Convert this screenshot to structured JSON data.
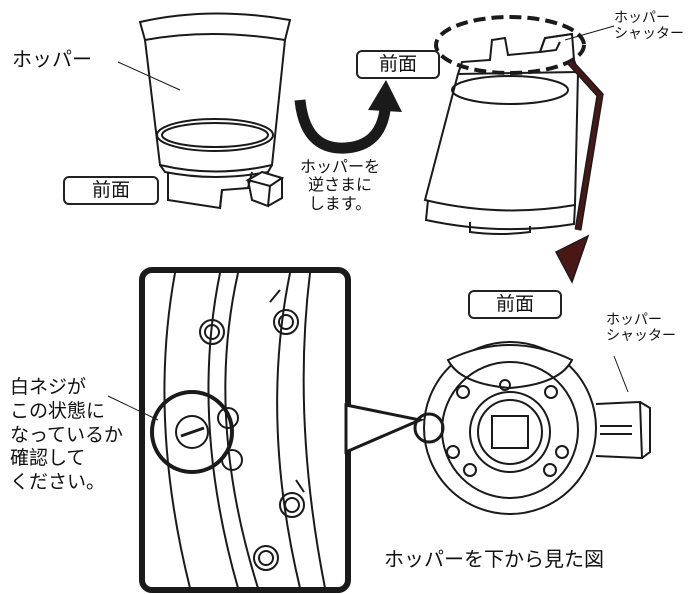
{
  "labels": {
    "hopper": "ホッパー",
    "front_1": "前面",
    "front_2": "前面",
    "front_3": "前面",
    "shutter_1": "ホッパー\nシャッター",
    "shutter_2": "ホッパー\nシャッター",
    "invert_instruction": "ホッパーを\n逆さまに\nします。",
    "check_instruction": "白ネジが\nこの状態に\nなっているか\n確認して\nください。",
    "bottom_caption": "ホッパーを下から見た図"
  },
  "colors": {
    "line": "#1a1a1a",
    "arrow": "#1a1a1a",
    "arrow_fill": "#1a1a1a",
    "accent_arrow": "#4a1717",
    "background": "#ffffff"
  }
}
